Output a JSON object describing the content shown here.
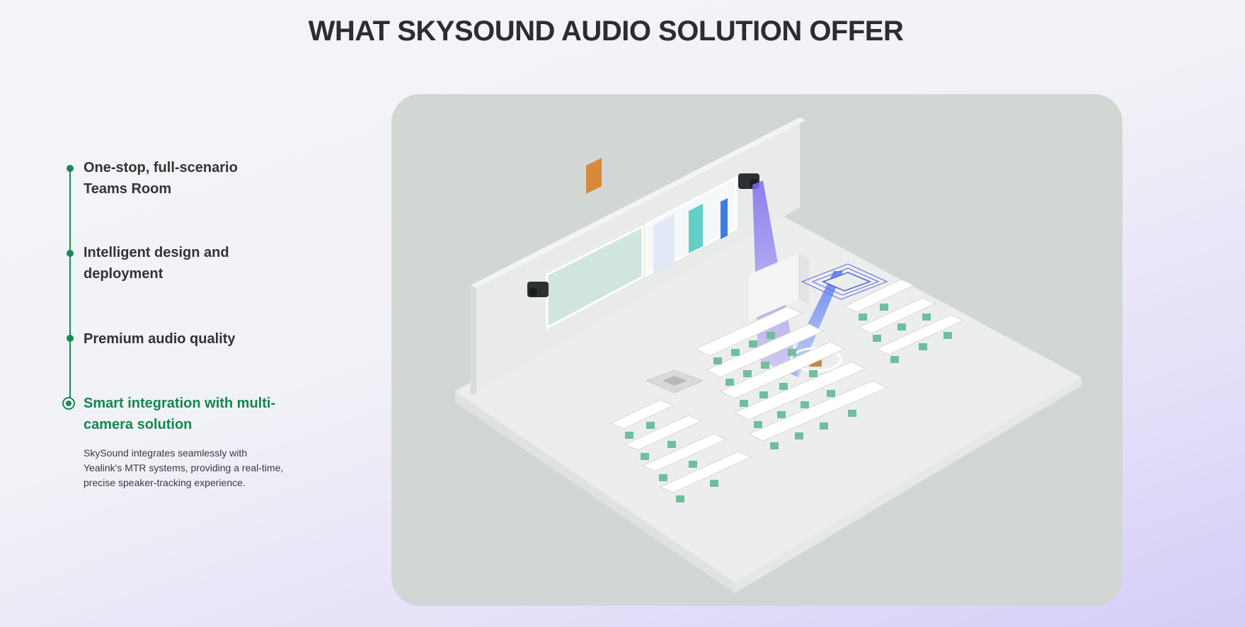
{
  "page": {
    "title": "WHAT SKYSOUND AUDIO SOLUTION OFFER"
  },
  "features": [
    {
      "label_line1": "One-stop, full-scenario",
      "label_line2": "Teams Room",
      "active": false
    },
    {
      "label_line1": "Intelligent design and",
      "label_line2": "deployment",
      "active": false
    },
    {
      "label_line1": "Premium audio quality",
      "label_line2": "",
      "active": false
    },
    {
      "label_line1": "Smart integration with multi-",
      "label_line2": "camera solution",
      "active": true,
      "description_line1": "SkySound integrates seamlessly with",
      "description_line2": "Yealink's MTR systems, providing a real-time,",
      "description_line3": "precise speaker-tracking experience."
    }
  ],
  "colors": {
    "accent": "#1a8a55",
    "panel": "#d2d7d6",
    "seat": "#6fbf9c",
    "beam": "#8b7cf0"
  }
}
